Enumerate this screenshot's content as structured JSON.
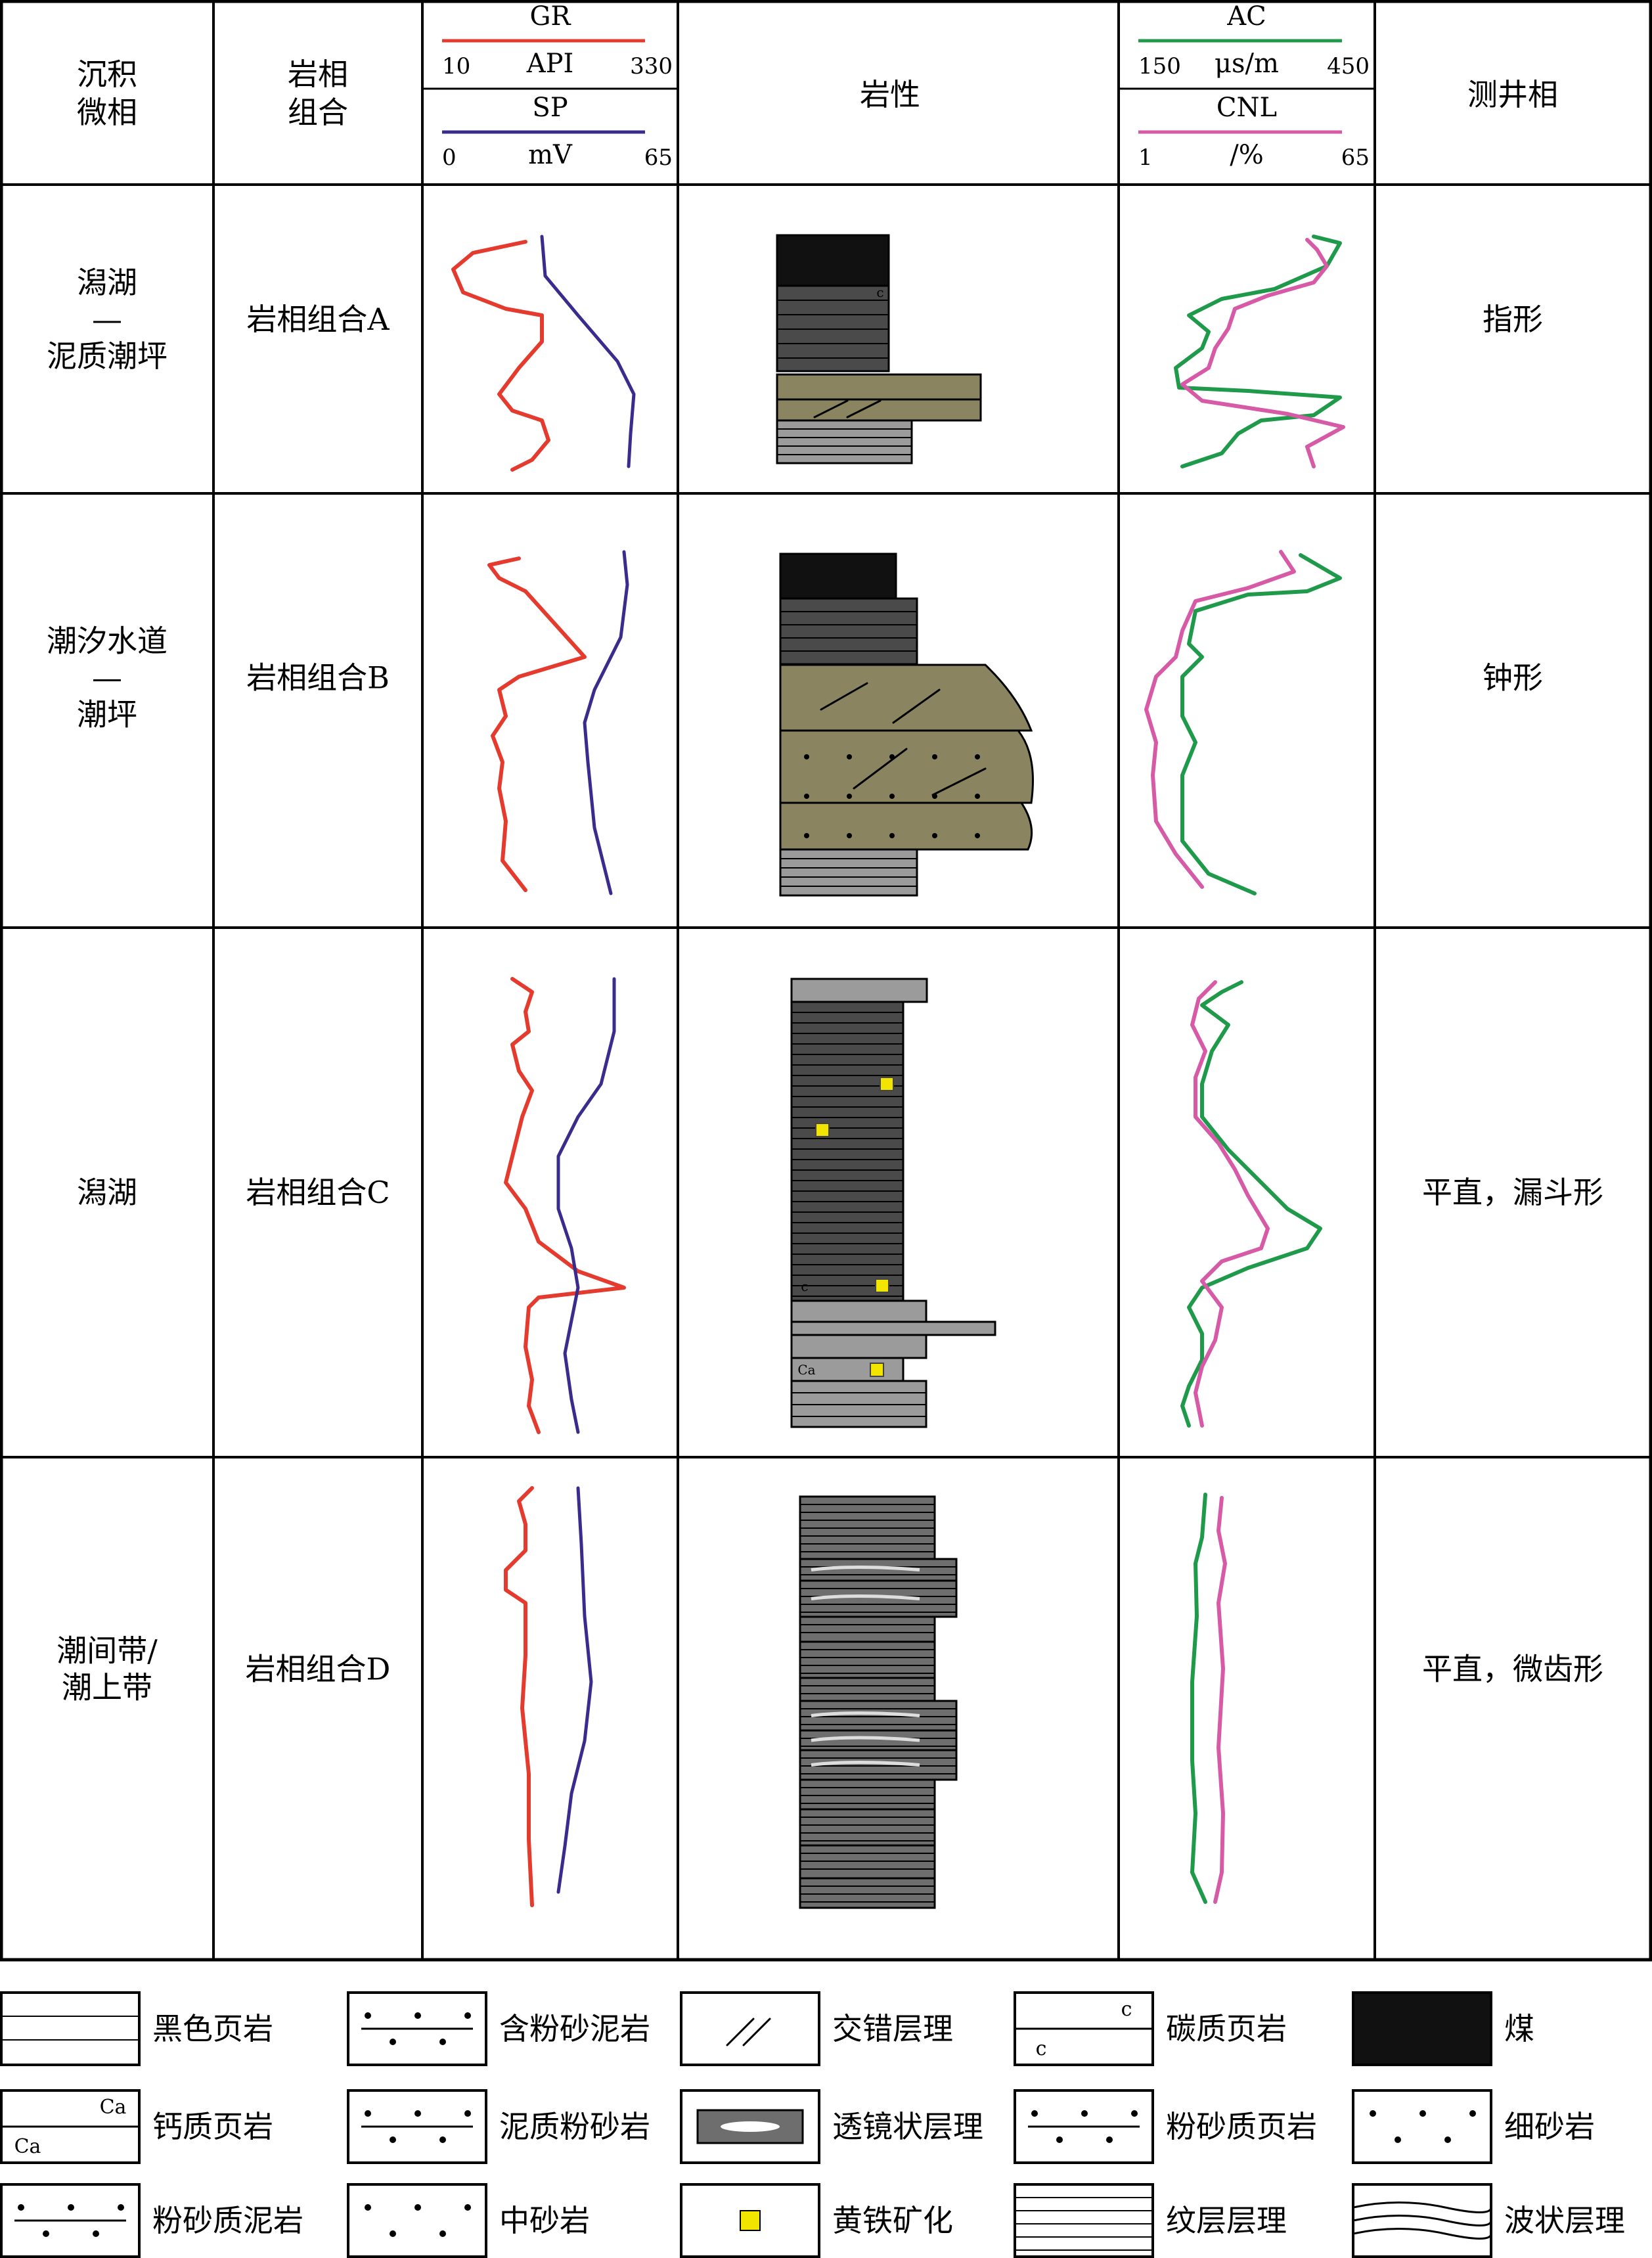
{
  "headers": {
    "facies": "沉积\n微相",
    "assemblage": "岩相\n组合",
    "lithology": "岩性",
    "logfacies": "测井相",
    "gr": {
      "name": "GR",
      "unit": "API",
      "min": "10",
      "max": "330",
      "color": "#e53b2f"
    },
    "sp": {
      "name": "SP",
      "unit": "mV",
      "min": "0",
      "max": "65",
      "color": "#3a2c8c"
    },
    "ac": {
      "name": "AC",
      "unit": "μs/m",
      "min": "150",
      "max": "450",
      "color": "#1f9a4b"
    },
    "cnl": {
      "name": "CNL",
      "unit": "/%",
      "min": "1",
      "max": "65",
      "color": "#d65aa6"
    }
  },
  "rows": [
    {
      "facies": "潟湖\n—\n泥质潮坪",
      "assemblage": "岩相组合A",
      "logfacies": "指形"
    },
    {
      "facies": "潮汐水道\n—\n潮坪",
      "assemblage": "岩相组合B",
      "logfacies": "钟形"
    },
    {
      "facies": "潟湖",
      "assemblage": "岩相组合C",
      "logfacies": "平直，漏斗形"
    },
    {
      "facies": "潮间带/\n潮上带",
      "assemblage": "岩相组合D",
      "logfacies": "平直，微齿形"
    }
  ],
  "legend": [
    {
      "label": "黑色页岩",
      "icon": "black-shale"
    },
    {
      "label": "含粉砂泥岩",
      "icon": "silty-mudstone"
    },
    {
      "label": "交错层理",
      "icon": "cross-bedding"
    },
    {
      "label": "碳质页岩",
      "icon": "carbonaceous-shale"
    },
    {
      "label": "煤",
      "icon": "coal"
    },
    {
      "label": "钙质页岩",
      "icon": "calcareous-shale"
    },
    {
      "label": "泥质粉砂岩",
      "icon": "muddy-siltstone"
    },
    {
      "label": "透镜状层理",
      "icon": "lenticular-bedding"
    },
    {
      "label": "粉砂质页岩",
      "icon": "silty-shale"
    },
    {
      "label": "细砂岩",
      "icon": "fine-sandstone"
    },
    {
      "label": "粉砂质泥岩",
      "icon": "silty-mudstone-2"
    },
    {
      "label": "中砂岩",
      "icon": "medium-sandstone"
    },
    {
      "label": "黄铁矿化",
      "icon": "pyritization"
    },
    {
      "label": "纹层层理",
      "icon": "laminated-bedding"
    },
    {
      "label": "波状层理",
      "icon": "wavy-bedding"
    }
  ],
  "pattern_marks": {
    "c": "c",
    "ca": "Ca"
  },
  "colors": {
    "shale": "#4a4a4a",
    "sand": "#8a8560",
    "coal": "#111111",
    "pyrite": "#f2e600",
    "grey": "#9b9b9b"
  }
}
